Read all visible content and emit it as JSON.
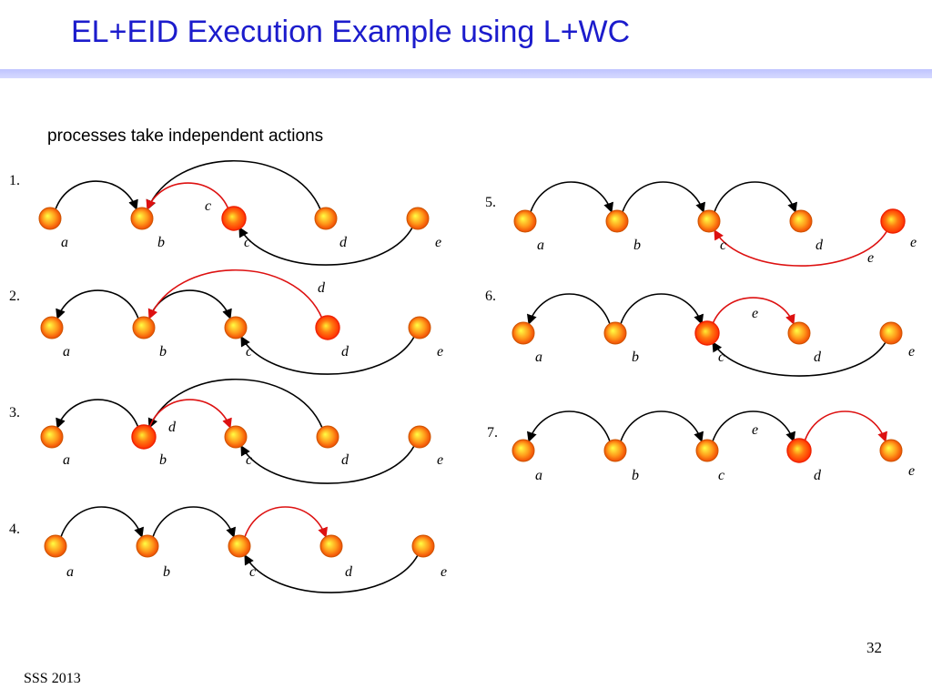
{
  "slide": {
    "title": "EL+EID Execution Example using L+WC",
    "subtitle": "processes take independent actions",
    "page_number": "32",
    "footer": "SSS 2013"
  },
  "colors": {
    "title": "#1c1ccc",
    "title_rule": "#c8ccff",
    "black_edge": "#000000",
    "red_edge": "#dd1111",
    "node_light": "#ffff44",
    "node_mid": "#ff9a1a",
    "node_dark": "#ee2a00",
    "node_outline": "#cc4400"
  },
  "panels": [
    {
      "label": "1.",
      "nodes": [
        "a",
        "b",
        "c",
        "d",
        "e"
      ],
      "highlighted": [
        "c"
      ],
      "edges": [
        {
          "from": "a",
          "to": "b",
          "color": "black"
        },
        {
          "from": "d",
          "to": "b",
          "color": "black"
        },
        {
          "from": "c",
          "to": "b",
          "color": "red",
          "label": "c"
        },
        {
          "from": "e",
          "to": "c",
          "color": "black"
        }
      ]
    },
    {
      "label": "2.",
      "nodes": [
        "a",
        "b",
        "c",
        "d",
        "e"
      ],
      "highlighted": [
        "d"
      ],
      "edges": [
        {
          "from": "b",
          "to": "a",
          "color": "black"
        },
        {
          "from": "b",
          "to": "c",
          "color": "black"
        },
        {
          "from": "d",
          "to": "b",
          "color": "red",
          "label": "d"
        },
        {
          "from": "e",
          "to": "c",
          "color": "black"
        }
      ]
    },
    {
      "label": "3.",
      "nodes": [
        "a",
        "b",
        "c",
        "d",
        "e"
      ],
      "highlighted": [
        "b"
      ],
      "edges": [
        {
          "from": "b",
          "to": "a",
          "color": "black"
        },
        {
          "from": "d",
          "to": "b",
          "color": "black"
        },
        {
          "from": "b",
          "to": "c",
          "color": "red",
          "label": "d"
        },
        {
          "from": "e",
          "to": "c",
          "color": "black"
        }
      ]
    },
    {
      "label": "4.",
      "nodes": [
        "a",
        "b",
        "c",
        "d",
        "e"
      ],
      "highlighted": [],
      "edges": [
        {
          "from": "a",
          "to": "b",
          "color": "black"
        },
        {
          "from": "b",
          "to": "c",
          "color": "black"
        },
        {
          "from": "c",
          "to": "d",
          "color": "red"
        },
        {
          "from": "e",
          "to": "c",
          "color": "black"
        }
      ]
    },
    {
      "label": "5.",
      "nodes": [
        "a",
        "b",
        "c",
        "d",
        "e"
      ],
      "highlighted": [
        "e"
      ],
      "edges": [
        {
          "from": "a",
          "to": "b",
          "color": "black"
        },
        {
          "from": "b",
          "to": "c",
          "color": "black"
        },
        {
          "from": "c",
          "to": "d",
          "color": "black"
        },
        {
          "from": "e",
          "to": "c",
          "color": "red",
          "label": "e"
        }
      ]
    },
    {
      "label": "6.",
      "nodes": [
        "a",
        "b",
        "c",
        "d",
        "e"
      ],
      "highlighted": [
        "c"
      ],
      "edges": [
        {
          "from": "b",
          "to": "a",
          "color": "black"
        },
        {
          "from": "b",
          "to": "c",
          "color": "black"
        },
        {
          "from": "c",
          "to": "d",
          "color": "red",
          "label": "e"
        },
        {
          "from": "e",
          "to": "c",
          "color": "black"
        }
      ]
    },
    {
      "label": "7.",
      "nodes": [
        "a",
        "b",
        "c",
        "d",
        "e"
      ],
      "highlighted": [
        "d"
      ],
      "edges": [
        {
          "from": "b",
          "to": "a",
          "color": "black"
        },
        {
          "from": "b",
          "to": "c",
          "color": "black"
        },
        {
          "from": "c",
          "to": "d",
          "color": "black",
          "label": "e"
        },
        {
          "from": "d",
          "to": "e",
          "color": "red"
        }
      ]
    }
  ]
}
